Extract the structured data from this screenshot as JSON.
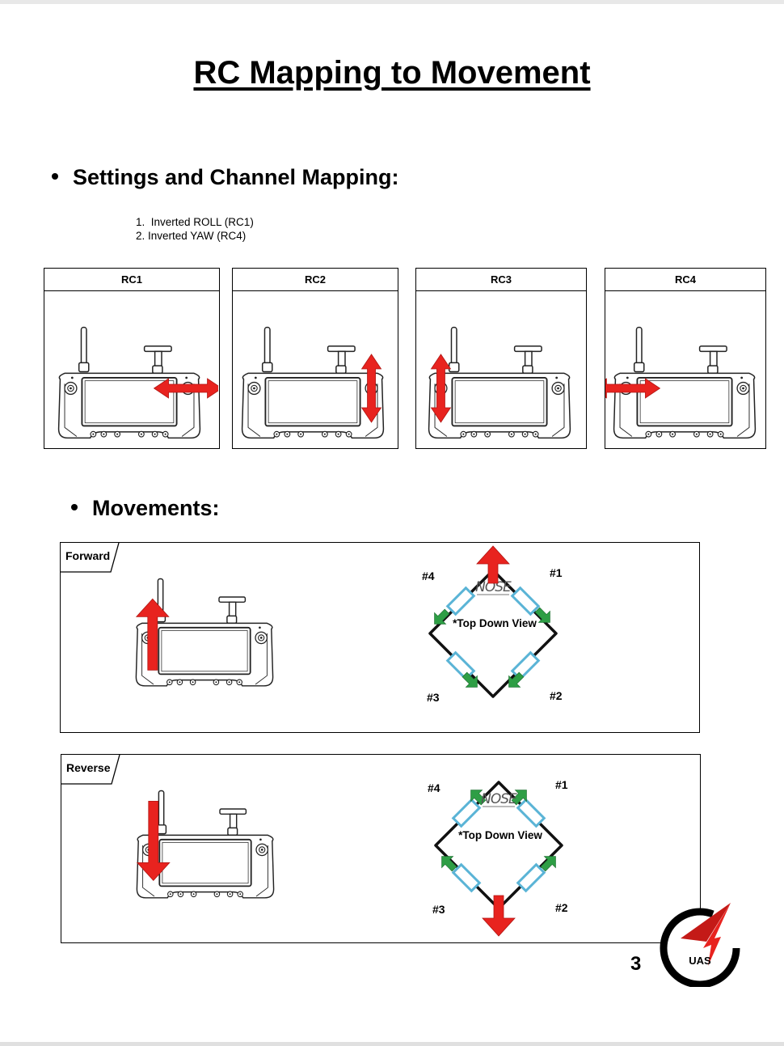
{
  "title": "RC Mapping to Movement",
  "section1": {
    "heading": "Settings and Channel Mapping:",
    "items": [
      "Inverted ROLL (RC1)",
      "Inverted YAW (RC4)"
    ]
  },
  "rc_panels": [
    {
      "label": "RC1",
      "arrow": "horizontal-right-stick"
    },
    {
      "label": "RC2",
      "arrow": "vertical-right-stick"
    },
    {
      "label": "RC3",
      "arrow": "vertical-left-stick"
    },
    {
      "label": "RC4",
      "arrow": "horizontal-left-stick"
    }
  ],
  "section2": {
    "heading": "Movements:"
  },
  "movements": [
    {
      "label": "Forward",
      "stick_arrow": "up",
      "diagram": {
        "nose": "NOSE",
        "caption": "*Top Down View",
        "motors": [
          "#1",
          "#2",
          "#3",
          "#4"
        ],
        "direction": "up"
      }
    },
    {
      "label": "Reverse",
      "stick_arrow": "down",
      "diagram": {
        "nose": "NOSE",
        "caption": "*Top Down View",
        "motors": [
          "#1",
          "#2",
          "#3",
          "#4"
        ],
        "direction": "down"
      }
    }
  ],
  "page_number": "3",
  "logo_text": "UAS",
  "colors": {
    "arrow_red": "#e8231f",
    "arrow_green": "#2e9e45",
    "motor_blue": "#5ab4d6"
  }
}
